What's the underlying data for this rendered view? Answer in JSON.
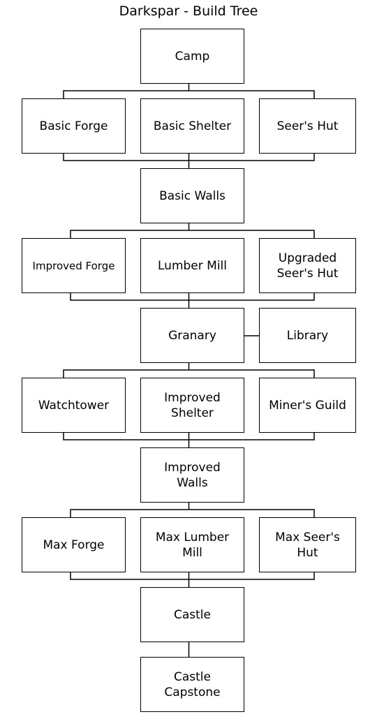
{
  "title": "Darkspar - Build Tree",
  "nodes": {
    "camp": "Camp",
    "basic_forge": "Basic Forge",
    "basic_shelter": "Basic Shelter",
    "seers_hut": "Seer's Hut",
    "basic_walls": "Basic Walls",
    "improved_forge": "Improved Forge",
    "lumber_mill": "Lumber Mill",
    "upgraded_seers_hut": "Upgraded\nSeer's Hut",
    "granary": "Granary",
    "library": "Library",
    "watchtower": "Watchtower",
    "improved_shelter": "Improved\nShelter",
    "miners_guild": "Miner's Guild",
    "improved_walls": "Improved\nWalls",
    "max_forge": "Max Forge",
    "max_lumber_mill": "Max Lumber\nMill",
    "max_seers_hut": "Max Seer's\nHut",
    "castle": "Castle",
    "castle_capstone": "Castle\nCapstone"
  },
  "edges": [
    [
      "camp",
      "basic_forge"
    ],
    [
      "camp",
      "basic_shelter"
    ],
    [
      "camp",
      "seers_hut"
    ],
    [
      "basic_forge",
      "basic_walls"
    ],
    [
      "basic_shelter",
      "basic_walls"
    ],
    [
      "seers_hut",
      "basic_walls"
    ],
    [
      "basic_walls",
      "improved_forge"
    ],
    [
      "basic_walls",
      "lumber_mill"
    ],
    [
      "basic_walls",
      "upgraded_seers_hut"
    ],
    [
      "improved_forge",
      "granary"
    ],
    [
      "lumber_mill",
      "granary"
    ],
    [
      "upgraded_seers_hut",
      "granary"
    ],
    [
      "granary",
      "library"
    ],
    [
      "granary",
      "watchtower"
    ],
    [
      "granary",
      "improved_shelter"
    ],
    [
      "granary",
      "miners_guild"
    ],
    [
      "watchtower",
      "improved_walls"
    ],
    [
      "improved_shelter",
      "improved_walls"
    ],
    [
      "miners_guild",
      "improved_walls"
    ],
    [
      "improved_walls",
      "max_forge"
    ],
    [
      "improved_walls",
      "max_lumber_mill"
    ],
    [
      "improved_walls",
      "max_seers_hut"
    ],
    [
      "max_forge",
      "castle"
    ],
    [
      "max_lumber_mill",
      "castle"
    ],
    [
      "max_seers_hut",
      "castle"
    ],
    [
      "castle",
      "castle_capstone"
    ]
  ]
}
